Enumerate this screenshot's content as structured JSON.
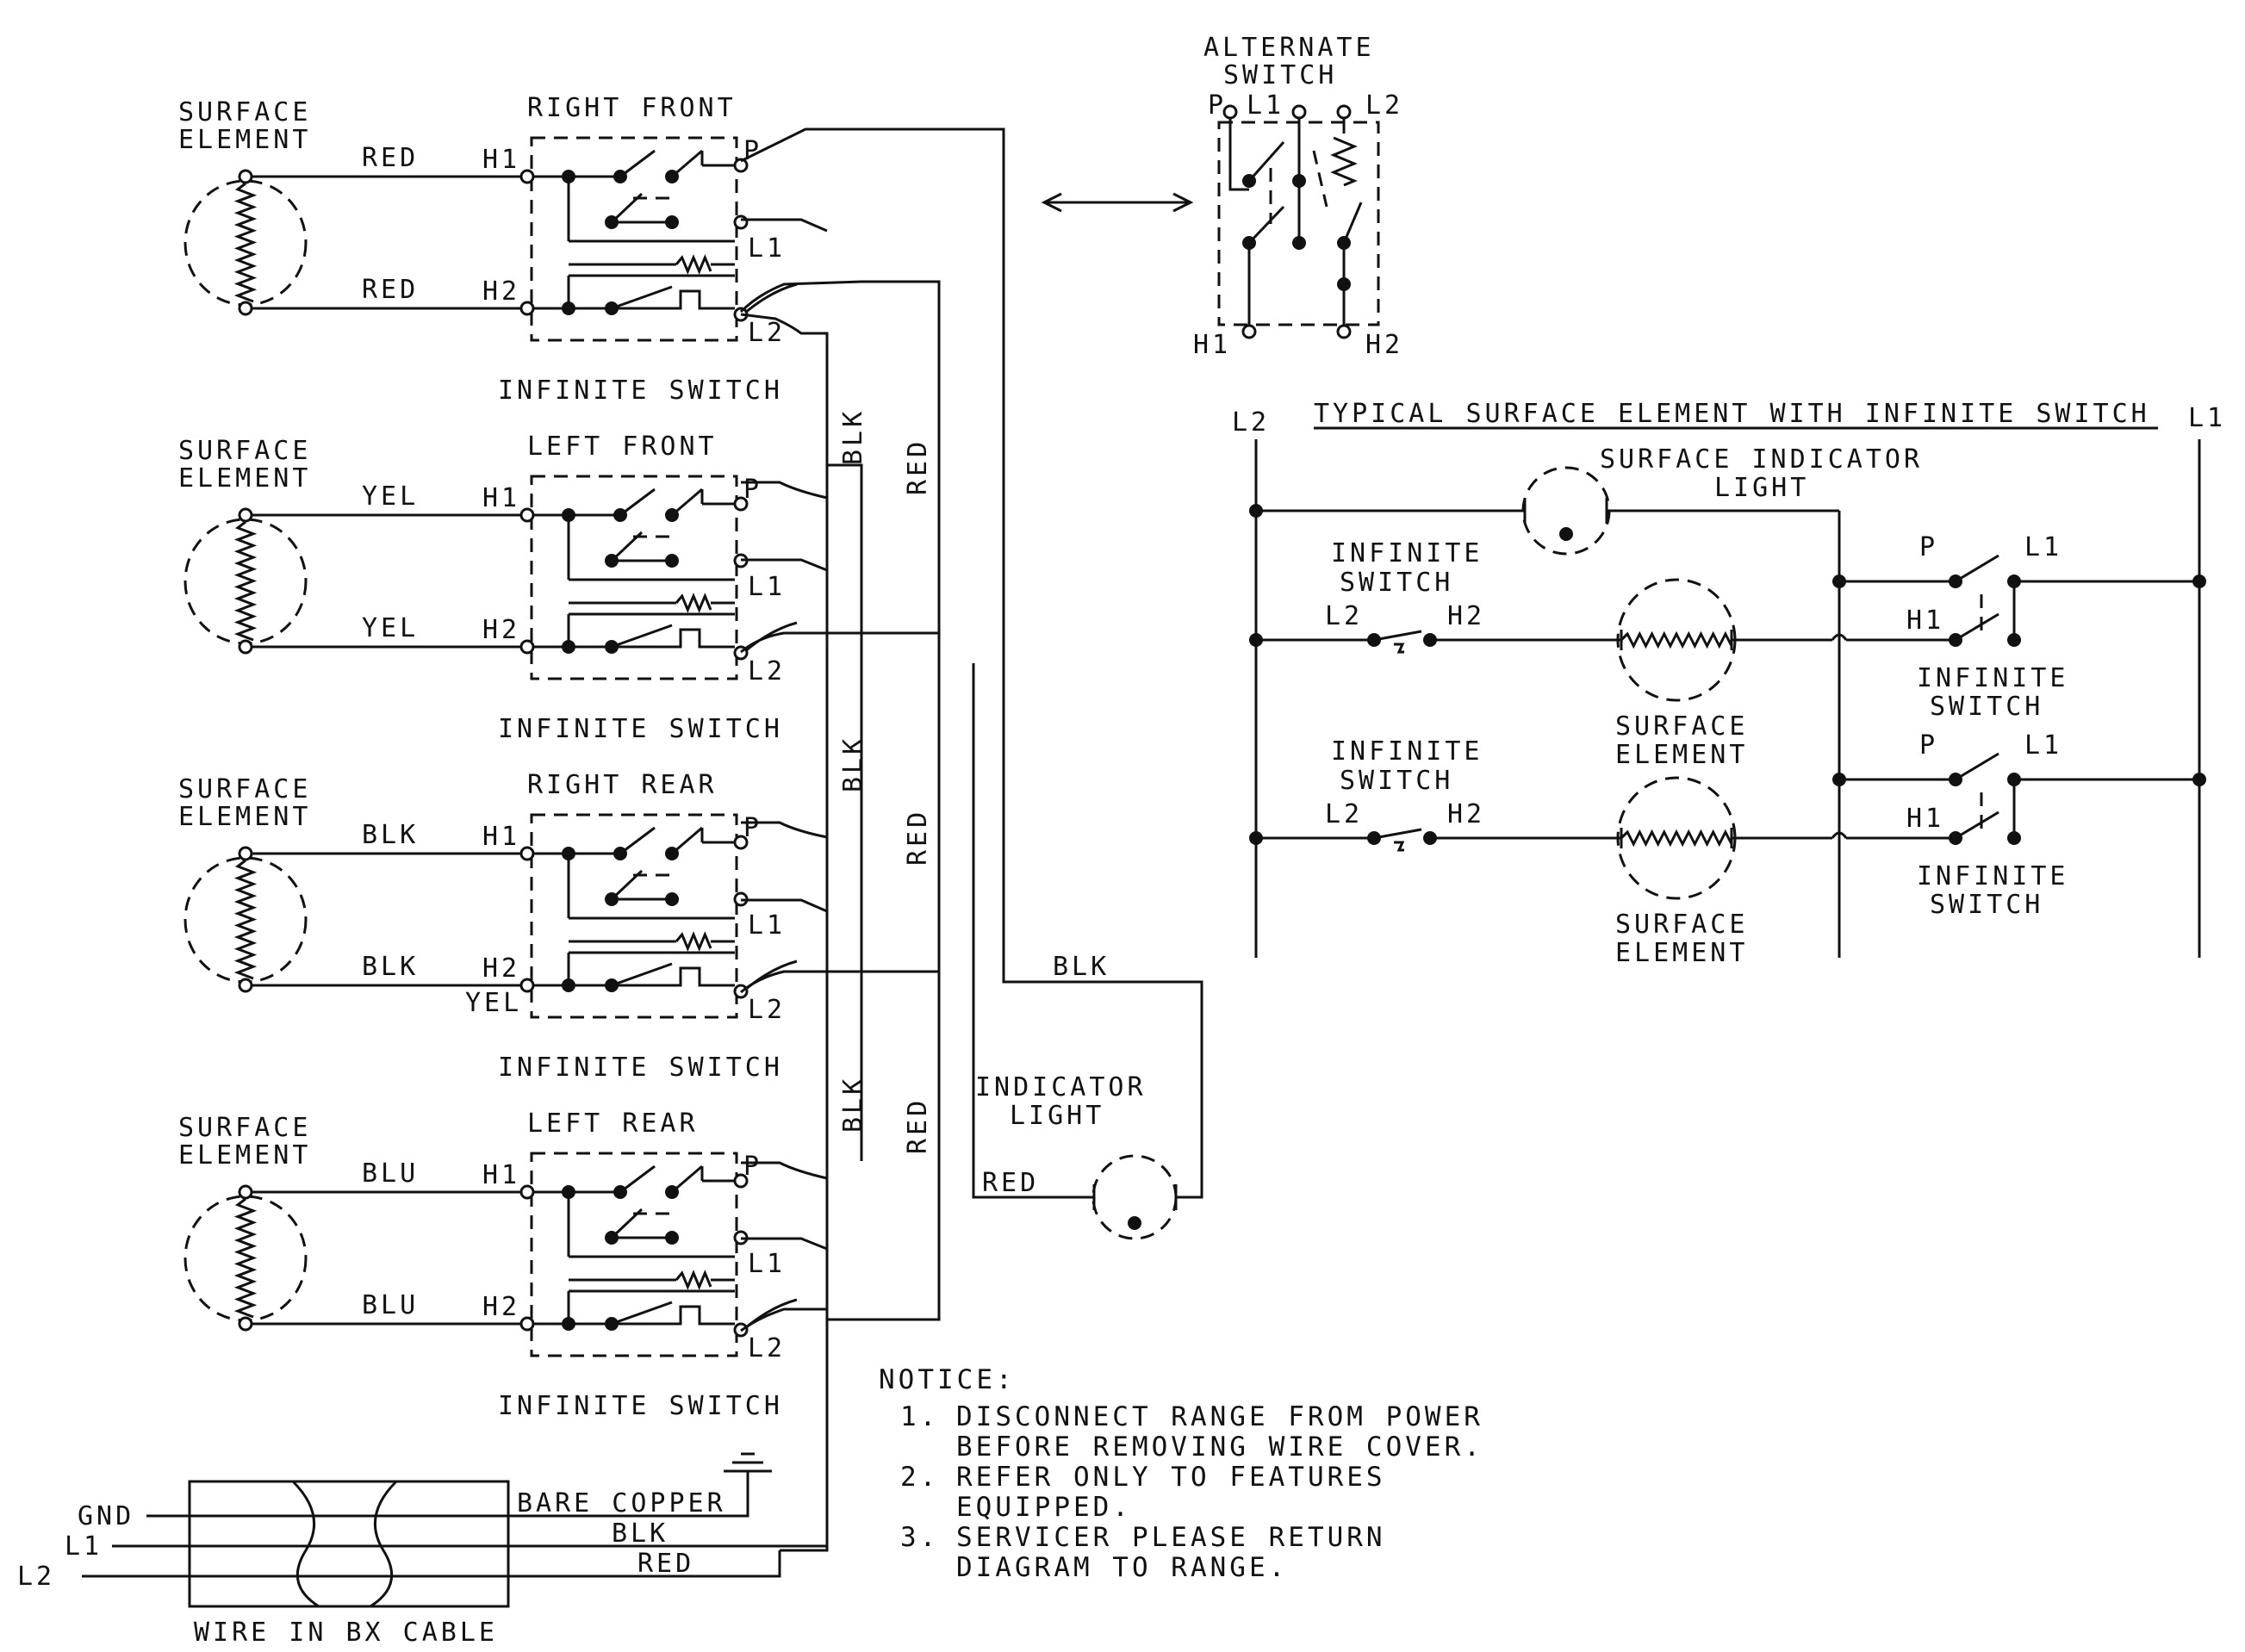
{
  "switch_types": {
    "infinite_switch": "INFINITE SWITCH",
    "alternate_switch_line1": "ALTERNATE",
    "alternate_switch_line2": "SWITCH"
  },
  "surface_element_label": {
    "line1": "SURFACE",
    "line2": "ELEMENT"
  },
  "terminals": {
    "h1": "H1",
    "h2": "H2",
    "p": "P",
    "l1": "L1",
    "l2": "L2"
  },
  "burners": [
    {
      "position": "RIGHT FRONT",
      "wire_color": "RED"
    },
    {
      "position": "LEFT FRONT",
      "wire_color": "YEL"
    },
    {
      "position": "RIGHT REAR",
      "wire_color": "BLK",
      "extra_label": "YEL"
    },
    {
      "position": "LEFT REAR",
      "wire_color": "BLU"
    }
  ],
  "wire_labels": {
    "blk": "BLK",
    "red": "RED",
    "yel": "YEL"
  },
  "indicator_light": {
    "line1": "INDICATOR",
    "line2": "LIGHT",
    "feed_wire": "RED",
    "return_wire": "BLK"
  },
  "supply": {
    "inputs": [
      "GND",
      "L1",
      "L2"
    ],
    "conductors": [
      "BARE COPPER",
      "BLK",
      "RED"
    ],
    "cable_label": "WIRE IN BX CABLE"
  },
  "typical_circuit": {
    "title": "TYPICAL SURFACE ELEMENT WITH INFINITE SWITCH",
    "left_rail": "L2",
    "right_rail": "L1",
    "indicator_line1": "SURFACE INDICATOR",
    "indicator_line2": "LIGHT",
    "switch_line1": "INFINITE",
    "switch_line2": "SWITCH",
    "element_line1": "SURFACE",
    "element_line2": "ELEMENT"
  },
  "notice": {
    "heading": "NOTICE:",
    "items": [
      {
        "num": "1.",
        "line1": "DISCONNECT RANGE FROM POWER",
        "line2": "BEFORE REMOVING WIRE COVER."
      },
      {
        "num": "2.",
        "line1": "REFER ONLY TO FEATURES",
        "line2": "EQUIPPED."
      },
      {
        "num": "3.",
        "line1": "SERVICER PLEASE RETURN",
        "line2": "DIAGRAM TO RANGE."
      }
    ]
  }
}
